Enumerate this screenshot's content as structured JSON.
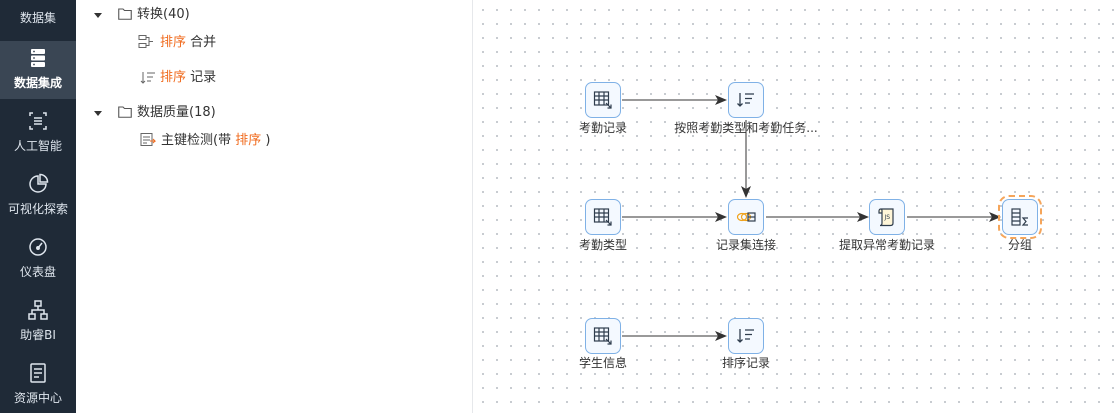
{
  "nav": {
    "items": [
      {
        "label": "数据集",
        "icon": "dataset-icon"
      },
      {
        "label": "数据集成",
        "icon": "database-stack-icon",
        "active": true
      },
      {
        "label": "人工智能",
        "icon": "ai-scan-icon"
      },
      {
        "label": "可视化探索",
        "icon": "pie-chart-icon"
      },
      {
        "label": "仪表盘",
        "icon": "gauge-icon"
      },
      {
        "label": "助睿BI",
        "icon": "org-chart-icon"
      },
      {
        "label": "资源中心",
        "icon": "document-list-icon"
      }
    ]
  },
  "tree": {
    "group1": {
      "label": "转换(40)",
      "items": [
        {
          "highlight": "排序",
          "text": " 合并",
          "icon": "merge-icon"
        },
        {
          "highlight": "排序",
          "text": " 记录",
          "icon": "sort-icon"
        }
      ]
    },
    "group2": {
      "label": "数据质量(18)",
      "items": [
        {
          "prefix": "主键检测(带 ",
          "highlight": "排序",
          "suffix": " )",
          "icon": "key-check-icon"
        }
      ]
    }
  },
  "canvas": {
    "nodes": {
      "kaoqin_record": {
        "label": "考勤记录",
        "icon": "table-input-icon"
      },
      "sort_by_type": {
        "label": "按照考勤类型和考勤任务...",
        "icon": "sort-icon"
      },
      "kaoqin_type": {
        "label": "考勤类型",
        "icon": "table-input-icon"
      },
      "record_join": {
        "label": "记录集连接",
        "icon": "join-icon"
      },
      "extract_abnormal": {
        "label": "提取异常考勤记录",
        "icon": "js-script-icon"
      },
      "group": {
        "label": "分组",
        "icon": "group-sum-icon",
        "selected": true
      },
      "student_info": {
        "label": "学生信息",
        "icon": "table-input-icon"
      },
      "sort_record": {
        "label": "排序记录",
        "icon": "sort-icon"
      }
    }
  }
}
